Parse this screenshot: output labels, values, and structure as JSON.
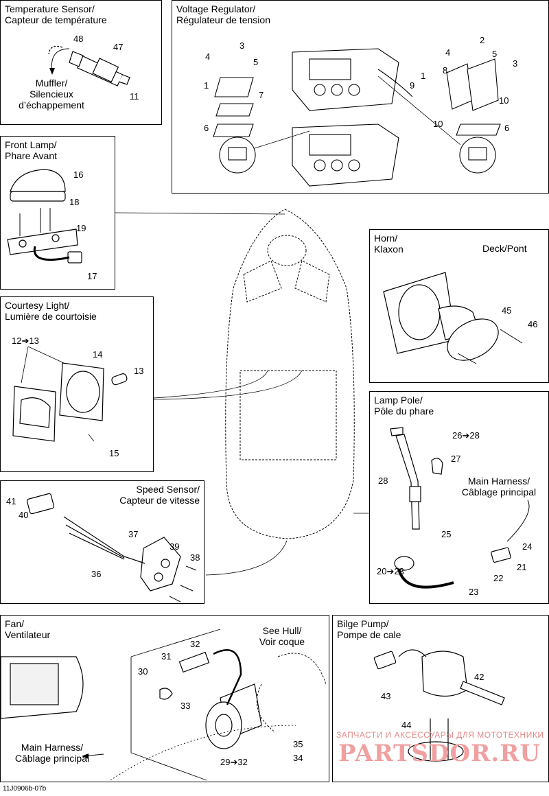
{
  "panels": {
    "temp_sensor": {
      "title": "Temperature Sensor/\nCapteur de température",
      "parts": [
        "48",
        "47",
        "11"
      ],
      "note": "Muffler/\nSilencieux\nd’échappement"
    },
    "voltage_regulator": {
      "title": "Voltage Regulator/\nRégulateur de tension",
      "parts_left": [
        "4",
        "3",
        "5",
        "1",
        "7",
        "6"
      ],
      "parts_right": [
        "4",
        "2",
        "5",
        "3",
        "1",
        "8",
        "9",
        "10",
        "10",
        "6"
      ]
    },
    "front_lamp": {
      "title": "Front Lamp/\nPhare Avant",
      "parts": [
        "16",
        "18",
        "19",
        "17"
      ]
    },
    "horn": {
      "title": "Horn/\nKlaxon",
      "deck_label": "Deck/Pont",
      "parts": [
        "45",
        "46"
      ]
    },
    "courtesy_light": {
      "title": "Courtesy Light/\nLumière de courtoisie",
      "parts": [
        "12➔13",
        "14",
        "13",
        "15"
      ]
    },
    "lamp_pole": {
      "title": "Lamp Pole/\nPôle du phare",
      "parts": [
        "26➔28",
        "27",
        "28",
        "25",
        "24",
        "20➔23",
        "21",
        "22",
        "23"
      ],
      "harness_label": "Main Harness/\nCâblage principal"
    },
    "speed_sensor": {
      "title": "Speed Sensor/\nCapteur de vitesse",
      "parts": [
        "41",
        "40",
        "37",
        "39",
        "38",
        "36"
      ]
    },
    "fan": {
      "title": "Fan/\nVentilateur",
      "parts": [
        "32",
        "31",
        "30",
        "33",
        "29➔32",
        "35",
        "34"
      ],
      "hull_label": "See Hull/\nVoir coque",
      "harness_label": "Main Harness/\nCâblage principal"
    },
    "bilge_pump": {
      "title": "Bilge Pump/\nPompe de cale",
      "parts": [
        "42",
        "43",
        "44"
      ]
    }
  },
  "footer_code": "11J0906b-07b",
  "watermark": {
    "line1": "ЗАПЧАСТИ И АКСЕССУАРЫ ДЛЯ МОТОТЕХНИКИ",
    "line2": "PARTSDOR.RU"
  }
}
